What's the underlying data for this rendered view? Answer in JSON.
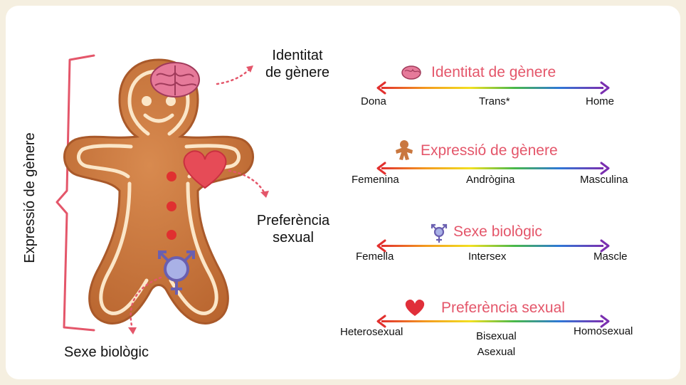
{
  "colors": {
    "page_background": "#f5efe0",
    "card_background": "#ffffff",
    "accent_red": "#e4566a",
    "cookie": "#c9773f",
    "icing": "#fbe6c8",
    "symbol_purple": "#6a5fb0"
  },
  "figure": {
    "side_label": "Expressió de gènere",
    "label_identity": "Identitat\nde gènere",
    "label_preference": "Preferència\nsexual",
    "label_sex": "Sexe biològic"
  },
  "scales": [
    {
      "icon": "brain-icon",
      "title": "Identitat de gènere",
      "left": "Dona",
      "middle": "Trans*",
      "right": "Home"
    },
    {
      "icon": "gingerbread-icon",
      "title": "Expressió de gènere",
      "left": "Femenina",
      "middle": "Andrògina",
      "right": "Masculina"
    },
    {
      "icon": "transgender-symbol-icon",
      "title": "Sexe biològic",
      "left": "Femella",
      "middle": "Intersex",
      "right": "Mascle"
    },
    {
      "icon": "heart-icon",
      "title": "Preferència sexual",
      "left": "Heterosexual",
      "middle": "Bisexual\nAsexual",
      "right": "Homosexual"
    }
  ]
}
